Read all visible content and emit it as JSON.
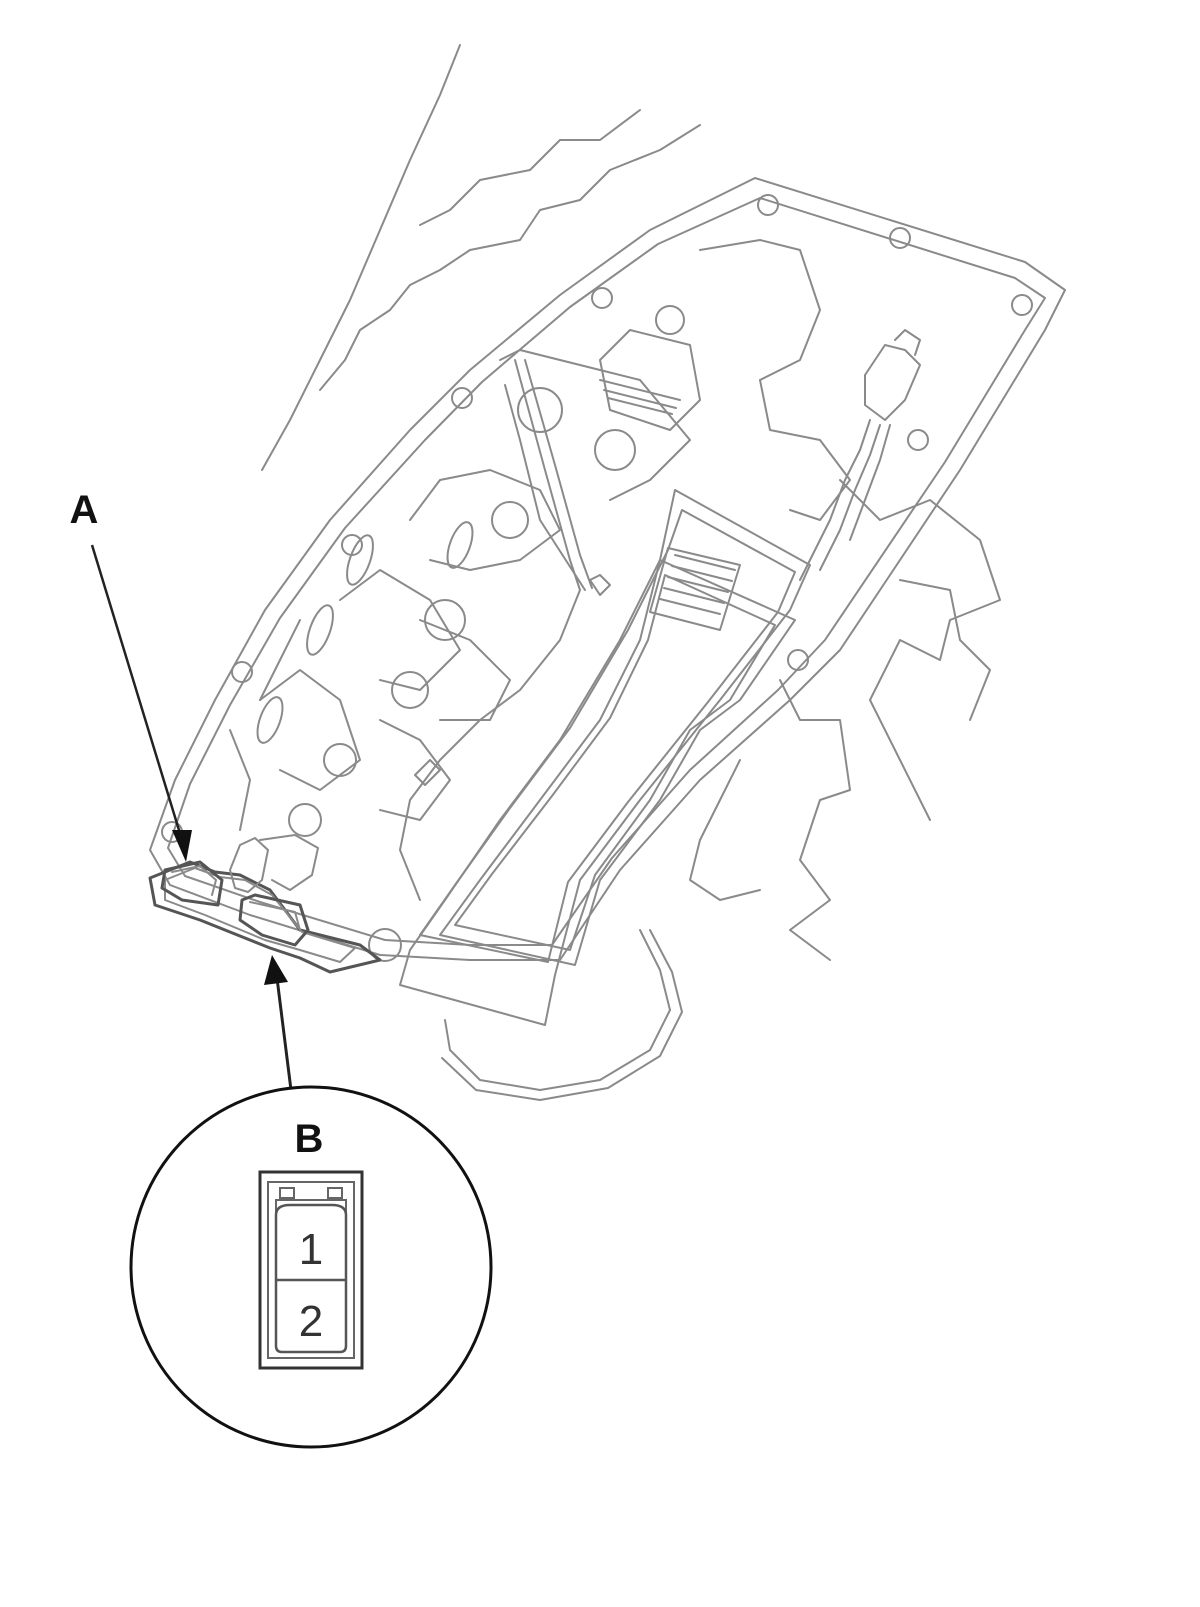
{
  "labels": {
    "a": "A",
    "b": "B"
  },
  "connector_pins": [
    "1",
    "2"
  ],
  "colors": {
    "line": "#8a8a8a",
    "dark_line": "#222222",
    "background": "#ffffff"
  }
}
